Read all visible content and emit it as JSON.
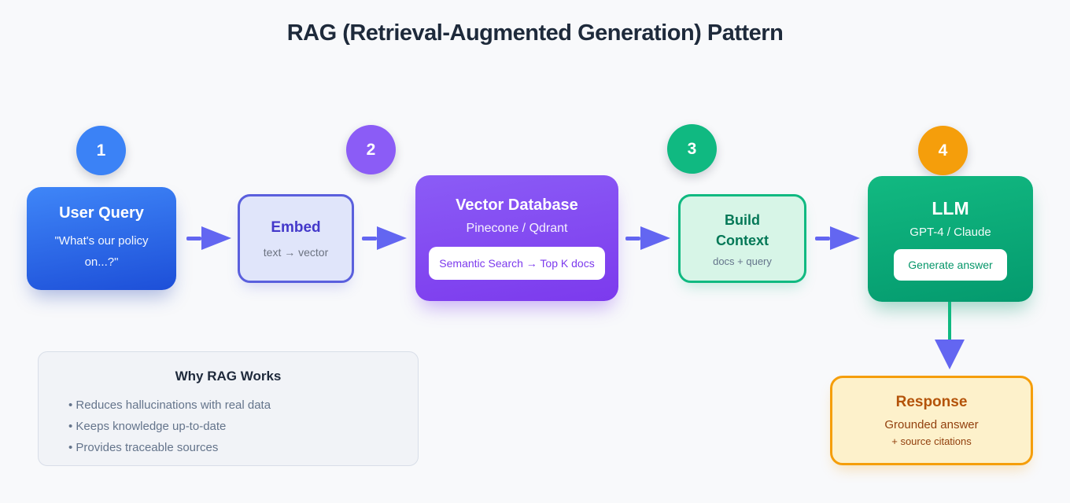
{
  "title": "RAG (Retrieval-Augmented Generation) Pattern",
  "steps": {
    "one": {
      "number": "1",
      "color": "#3b82f6"
    },
    "two": {
      "number": "2",
      "color": "#8b5cf6"
    },
    "three": {
      "number": "3",
      "color": "#10b981"
    },
    "four": {
      "number": "4",
      "color": "#f59e0b"
    }
  },
  "nodes": {
    "user_query": {
      "title": "User Query",
      "subtitle": "\"What's our policy on...?\""
    },
    "embed": {
      "title": "Embed",
      "subtitle": "text → vector"
    },
    "vector_database": {
      "title": "Vector Database",
      "subtitle": "Pinecone / Qdrant",
      "badge": "Semantic Search → Top K docs"
    },
    "build_context": {
      "title": "Build Context",
      "subtitle": "docs + query"
    },
    "llm": {
      "title": "LLM",
      "subtitle": "GPT-4 / Claude",
      "badge": "Generate answer"
    },
    "response": {
      "title": "Response",
      "subtitle": "Grounded answer",
      "subtitle2": "+ source citations"
    }
  },
  "info_panel": {
    "title": "Why RAG Works",
    "bullets": [
      "Reduces hallucinations with real data",
      "Keeps knowledge up-to-date",
      "Provides traceable sources"
    ]
  },
  "colors": {
    "background": "#f8f9fb",
    "title_text": "#1e2a3b",
    "arrow": "#6366f1",
    "down_arrow_stem": "#10b981",
    "user_query_gradient": [
      "#3f86f8",
      "#1d4fd8"
    ],
    "vector_db_gradient": [
      "#8b5cf6",
      "#7c3aed"
    ],
    "llm_gradient": [
      "#12b981",
      "#049a6e"
    ],
    "embed_fill": "#e0e5fa",
    "embed_border": "#5a5fdd",
    "build_context_fill": "#d7f5e7",
    "build_context_border": "#10b981",
    "response_fill": "#fdf1cb",
    "response_border": "#f59e0b",
    "info_panel_fill": "#f1f3f7"
  }
}
